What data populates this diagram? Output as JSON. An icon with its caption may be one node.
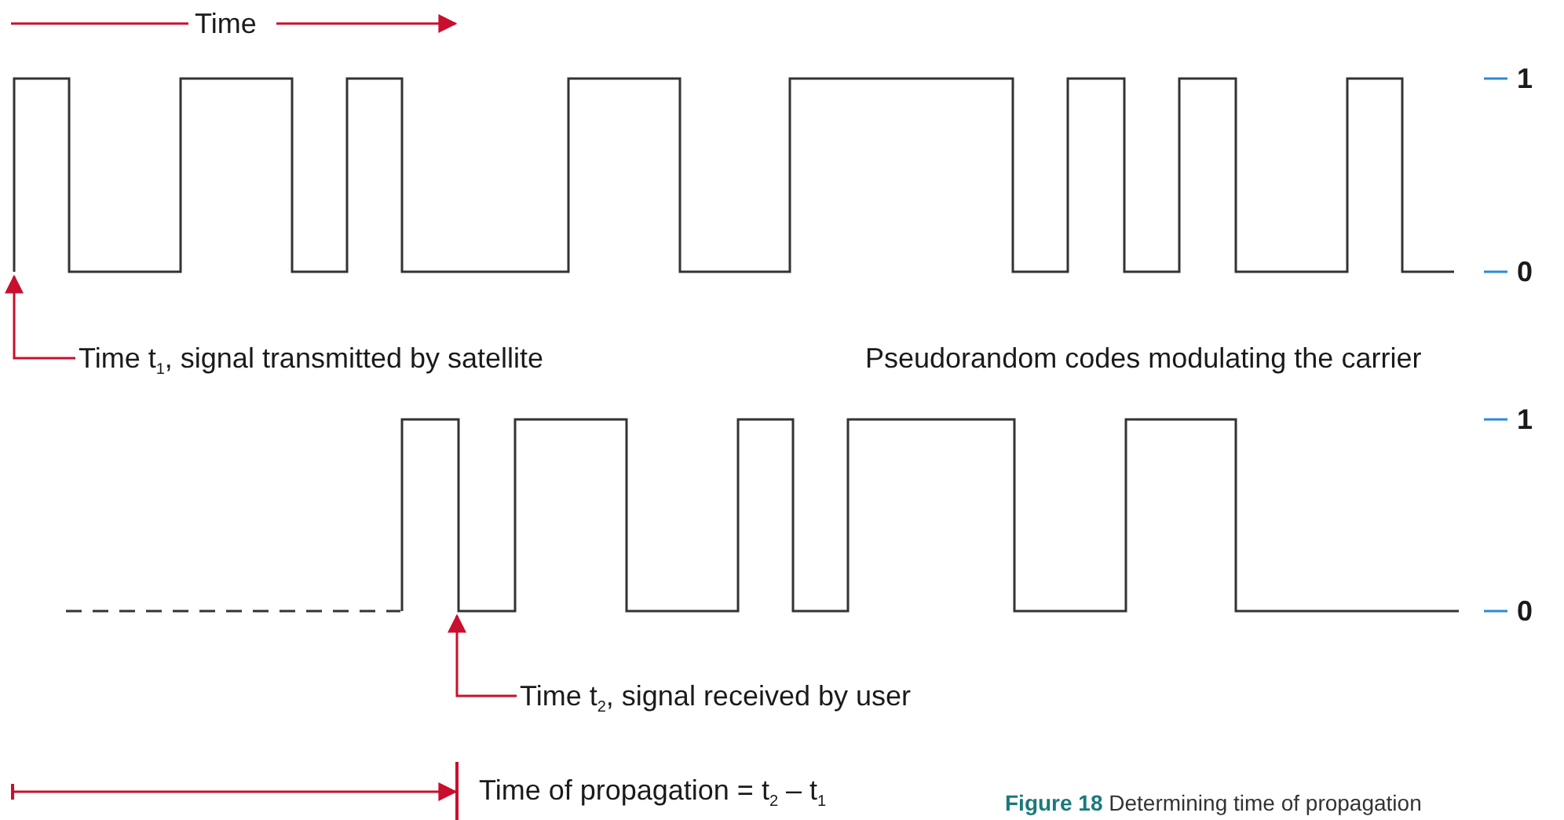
{
  "diagram": {
    "caption": "**Figure 18** Determining time of propagation",
    "nodes": [
      {
        "text": [
          "Time t$_{1}$, signal transmitted by satellite"
        ]
      },
      {
        "text": [
          "Time t$_{2}$, signal received by user"
        ]
      }
    ],
    "edges": [
      {
        "from": 0,
        "to": null,
        "arrow": "to"
      },
      {
        "from": 1,
        "to": null,
        "arrow": "to"
      }
    ],
    "labels": [
      "Time",
      "1",
      "0",
      "Pseudorandom codes modulating the carrier",
      "1",
      "0",
      "Time of propagation = t$_{2}$ – t$_{1}$"
    ]
  }
}
